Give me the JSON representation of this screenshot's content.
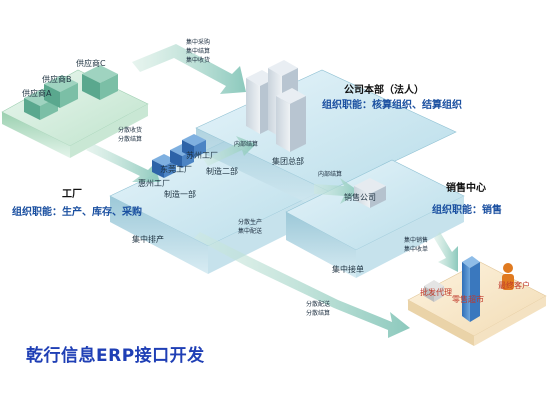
{
  "caption": "乾行信息ERP接口开发",
  "suppliers": {
    "a": "供应商A",
    "b": "供应商B",
    "c": "供应商C"
  },
  "flows": {
    "top_arrow": [
      "集中采购",
      "集中结算",
      "集中收货"
    ],
    "supplier_to_factory": [
      "分散收货",
      "分散结算"
    ],
    "factory_to_hq": "内部结算",
    "hq_to_sales": "内部结算",
    "factory_down": [
      "分散生产",
      "集中配送"
    ],
    "to_customer_long": [
      "分散配送",
      "分散结算"
    ],
    "sales_to_customer": [
      "集中销售",
      "集中收单"
    ]
  },
  "factory": {
    "title": "工厂",
    "role": "组织职能：生产、库存、采购",
    "plants": [
      "苏州工厂",
      "东莞工厂",
      "惠州工厂"
    ],
    "depts": [
      "制造一部",
      "制造二部"
    ],
    "platform": "集中排产"
  },
  "hq": {
    "title": "公司本部（法人）",
    "role": "组织职能：核算组织、结算组织",
    "building": "集团总部",
    "platform": "集中接单"
  },
  "sales": {
    "title": "销售中心",
    "role": "组织职能：销售",
    "company": "销售公司"
  },
  "customers": {
    "agent": "批发代理",
    "store": "零售超市",
    "end": "最终客户"
  }
}
